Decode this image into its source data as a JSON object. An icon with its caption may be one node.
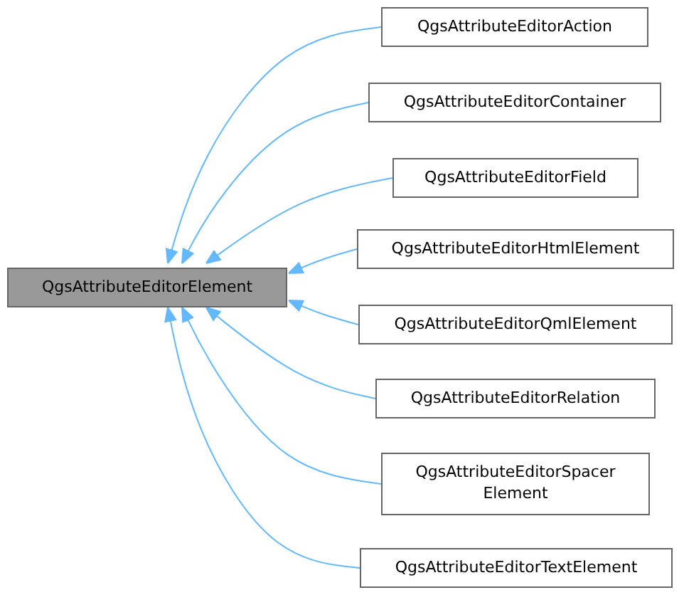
{
  "diagram": {
    "nodes": [
      {
        "text": [
          "QgsAttributeEditorElement"
        ]
      },
      {
        "text": [
          "QgsAttributeEditorAction"
        ]
      },
      {
        "text": [
          "QgsAttributeEditorContainer"
        ]
      },
      {
        "text": [
          "QgsAttributeEditorField"
        ]
      },
      {
        "text": [
          "QgsAttributeEditorHtmlElement"
        ]
      },
      {
        "text": [
          "QgsAttributeEditorQmlElement"
        ]
      },
      {
        "text": [
          "QgsAttributeEditorRelation"
        ]
      },
      {
        "text": [
          "QgsAttributeEditorSpacer Element"
        ]
      },
      {
        "text": [
          "QgsAttributeEditorTextElement"
        ]
      }
    ],
    "edges": [
      {
        "from": 1,
        "to": 0,
        "arrow": "to"
      },
      {
        "from": 2,
        "to": 0,
        "arrow": "to"
      },
      {
        "from": 3,
        "to": 0,
        "arrow": "to"
      },
      {
        "from": 4,
        "to": 0,
        "arrow": "to"
      },
      {
        "from": 5,
        "to": 0,
        "arrow": "to"
      },
      {
        "from": 6,
        "to": 0,
        "arrow": "to"
      },
      {
        "from": 7,
        "to": 0,
        "arrow": "to"
      },
      {
        "from": 8,
        "to": 0,
        "arrow": "to"
      }
    ]
  }
}
